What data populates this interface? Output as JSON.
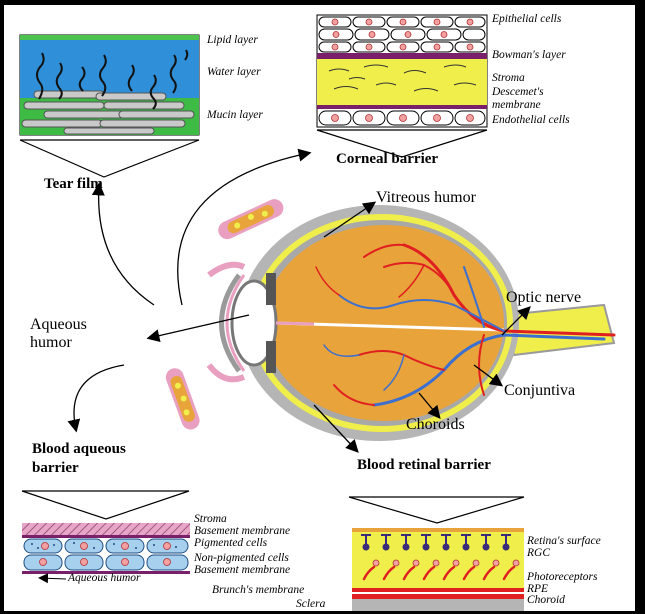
{
  "tear_film": {
    "layers": [
      "Lipid layer",
      "Water layer",
      "Mucin layer"
    ],
    "title": "Tear film"
  },
  "corneal_barrier": {
    "layers": [
      "Epithelial cells",
      "Bowman's layer",
      "Stroma",
      "Descemet's",
      "membrane",
      "Endothelial cells"
    ],
    "title": "Corneal barrier"
  },
  "eye": {
    "vitreous": "Vitreous humor",
    "optic_nerve": "Optic nerve",
    "aqueous_line1": "Aqueous",
    "aqueous_line2": "humor",
    "conjuntiva": "Conjuntiva",
    "choroids": "Choroids"
  },
  "blood_aqueous_barrier": {
    "title_line1": "Blood aqueous",
    "title_line2": "barrier",
    "layers": [
      "Stroma",
      "Basement membrane",
      "Pigmented cells",
      "Non-pigmented cells",
      "Basement membrane",
      "Aqueous humor"
    ]
  },
  "blood_retinal_barrier": {
    "title": "Blood retinal barrier",
    "layers": [
      "Retina's surface",
      "RGC",
      "Photoreceptors",
      "RPE",
      "Choroid",
      "Brunch's membrane",
      "Sclera"
    ]
  },
  "colors": {
    "eye_fill": "#e8a33a",
    "sclera_gray": "#a8a8a8",
    "yellow": "#f0ee4a",
    "vessel_red": "#e02020",
    "vessel_blue": "#3b6fd0",
    "water_blue": "#2f8fd8",
    "mucin_green": "#3dbb45",
    "pink": "#e9a0c0",
    "purple": "#7a1f6a"
  }
}
